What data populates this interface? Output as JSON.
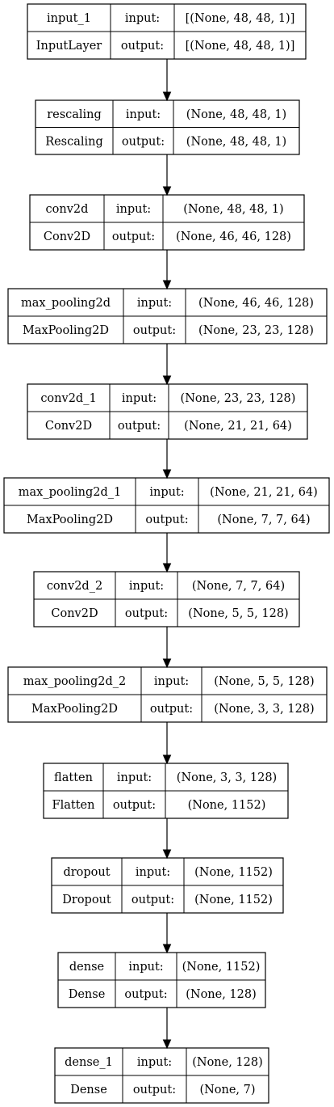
{
  "layers": [
    {
      "name": "input_1",
      "type": "InputLayer",
      "input_label": "input:",
      "output_label": "output:",
      "input_shape": "[(None, 48, 48, 1)]",
      "output_shape": "[(None, 48, 48, 1)]"
    },
    {
      "name": "rescaling",
      "type": "Rescaling",
      "input_label": "input:",
      "output_label": "output:",
      "input_shape": "(None, 48, 48, 1)",
      "output_shape": "(None, 48, 48, 1)"
    },
    {
      "name": "conv2d",
      "type": "Conv2D",
      "input_label": "input:",
      "output_label": "output:",
      "input_shape": "(None, 48, 48, 1)",
      "output_shape": "(None, 46, 46, 128)"
    },
    {
      "name": "max_pooling2d",
      "type": "MaxPooling2D",
      "input_label": "input:",
      "output_label": "output:",
      "input_shape": "(None, 46, 46, 128)",
      "output_shape": "(None, 23, 23, 128)"
    },
    {
      "name": "conv2d_1",
      "type": "Conv2D",
      "input_label": "input:",
      "output_label": "output:",
      "input_shape": "(None, 23, 23, 128)",
      "output_shape": "(None, 21, 21, 64)"
    },
    {
      "name": "max_pooling2d_1",
      "type": "MaxPooling2D",
      "input_label": "input:",
      "output_label": "output:",
      "input_shape": "(None, 21, 21, 64)",
      "output_shape": "(None, 7, 7, 64)"
    },
    {
      "name": "conv2d_2",
      "type": "Conv2D",
      "input_label": "input:",
      "output_label": "output:",
      "input_shape": "(None, 7, 7, 64)",
      "output_shape": "(None, 5, 5, 128)"
    },
    {
      "name": "max_pooling2d_2",
      "type": "MaxPooling2D",
      "input_label": "input:",
      "output_label": "output:",
      "input_shape": "(None, 5, 5, 128)",
      "output_shape": "(None, 3, 3, 128)"
    },
    {
      "name": "flatten",
      "type": "Flatten",
      "input_label": "input:",
      "output_label": "output:",
      "input_shape": "(None, 3, 3, 128)",
      "output_shape": "(None, 1152)"
    },
    {
      "name": "dropout",
      "type": "Dropout",
      "input_label": "input:",
      "output_label": "output:",
      "input_shape": "(None, 1152)",
      "output_shape": "(None, 1152)"
    },
    {
      "name": "dense",
      "type": "Dense",
      "input_label": "input:",
      "output_label": "output:",
      "input_shape": "(None, 1152)",
      "output_shape": "(None, 128)"
    },
    {
      "name": "dense_1",
      "type": "Dense",
      "input_label": "input:",
      "output_label": "output:",
      "input_shape": "(None, 128)",
      "output_shape": "(None, 7)"
    }
  ],
  "connections": [
    [
      0,
      1
    ],
    [
      1,
      2
    ],
    [
      2,
      3
    ],
    [
      3,
      4
    ],
    [
      4,
      5
    ],
    [
      5,
      6
    ],
    [
      6,
      7
    ],
    [
      7,
      8
    ],
    [
      8,
      9
    ],
    [
      9,
      10
    ],
    [
      10,
      11
    ]
  ],
  "colors": {
    "stroke": "#000000",
    "background": "#ffffff",
    "text": "#000000"
  }
}
